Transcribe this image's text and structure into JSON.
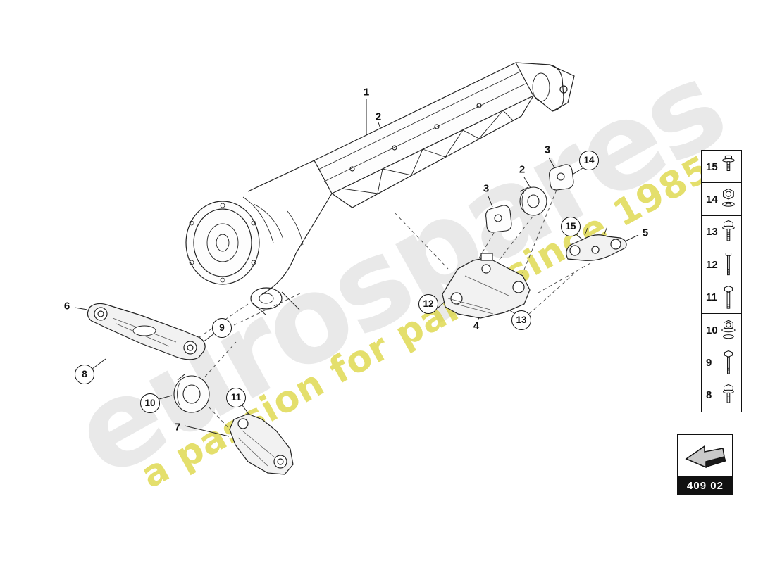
{
  "watermark": {
    "brand": "eurospares",
    "tagline": "a passion for parts since 1985"
  },
  "part_code": "409 02",
  "callouts": [
    {
      "label": "1",
      "style": "plain"
    },
    {
      "label": "2",
      "style": "plain"
    },
    {
      "label": "3",
      "style": "plain"
    },
    {
      "label": "2",
      "style": "plain"
    },
    {
      "label": "3",
      "style": "plain"
    },
    {
      "label": "14",
      "style": "circled"
    },
    {
      "label": "15",
      "style": "circled"
    },
    {
      "label": "5",
      "style": "plain"
    },
    {
      "label": "12",
      "style": "circled"
    },
    {
      "label": "4",
      "style": "plain"
    },
    {
      "label": "13",
      "style": "circled"
    },
    {
      "label": "6",
      "style": "plain"
    },
    {
      "label": "9",
      "style": "circled"
    },
    {
      "label": "8",
      "style": "circled"
    },
    {
      "label": "10",
      "style": "circled"
    },
    {
      "label": "11",
      "style": "circled"
    },
    {
      "label": "7",
      "style": "plain"
    }
  ],
  "legend": {
    "items": [
      {
        "number": "15",
        "icon": "flange-bolt"
      },
      {
        "number": "14",
        "icon": "nut-washer"
      },
      {
        "number": "13",
        "icon": "hex-flange-bolt"
      },
      {
        "number": "12",
        "icon": "stud-bolt"
      },
      {
        "number": "11",
        "icon": "long-bolt"
      },
      {
        "number": "10",
        "icon": "flange-nut"
      },
      {
        "number": "9",
        "icon": "long-bolt"
      },
      {
        "number": "8",
        "icon": "short-bolt"
      }
    ]
  }
}
